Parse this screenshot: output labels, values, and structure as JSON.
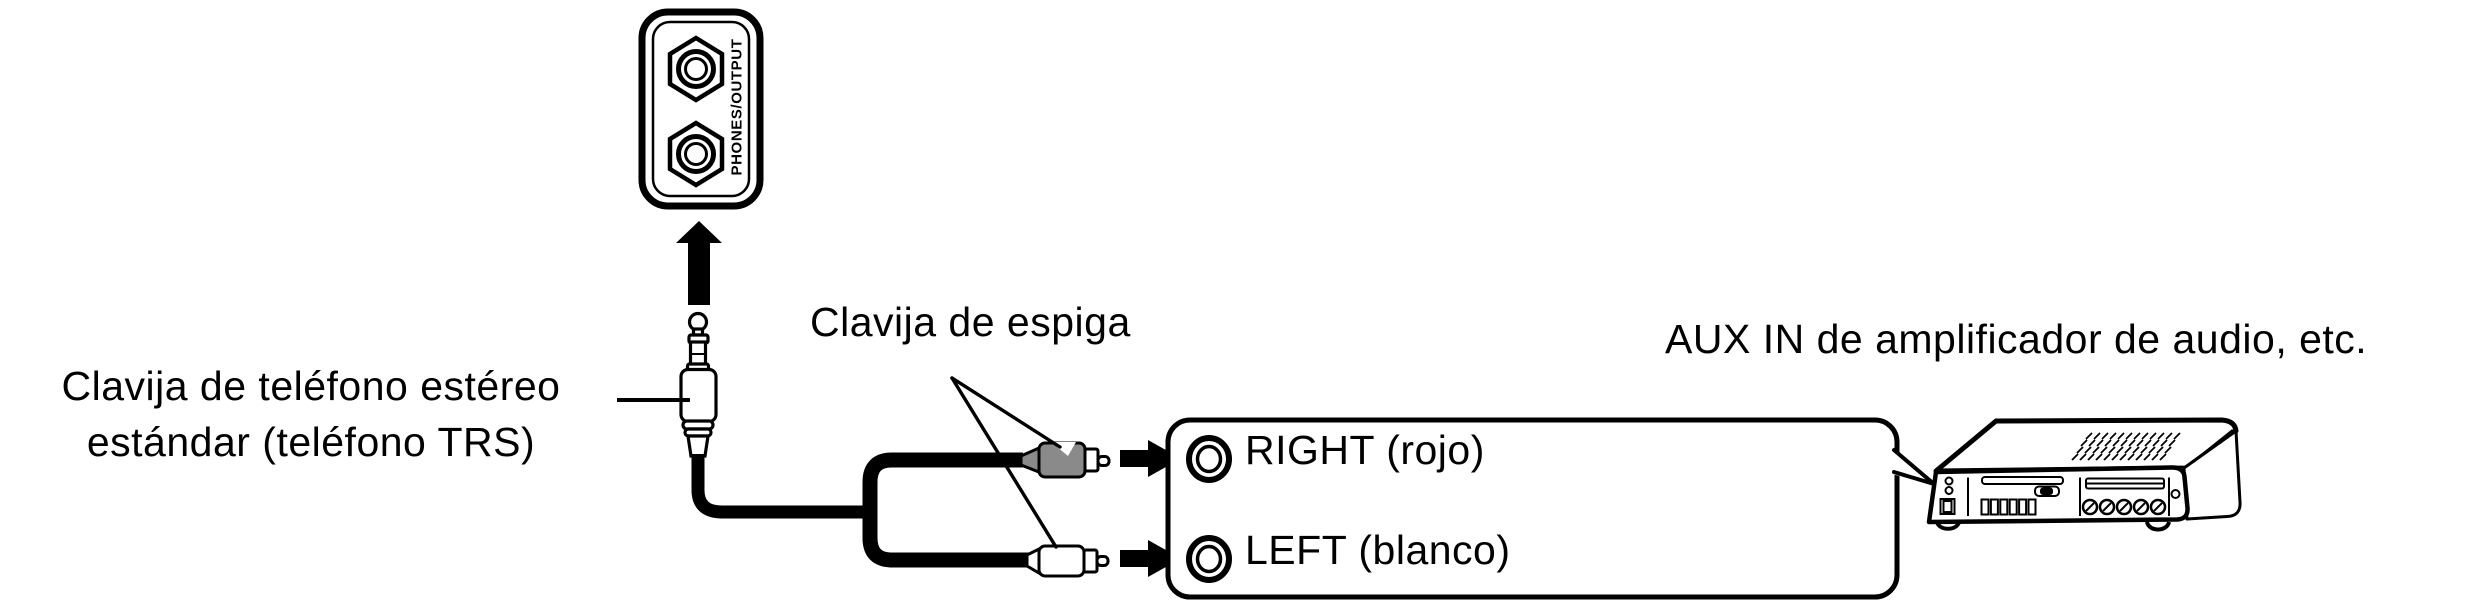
{
  "figure": {
    "keyboard_panel": {
      "label": "PHONES/OUTPUT",
      "jack_count": 2
    },
    "stereo_plug": {
      "label_line1": "Clavija de teléfono estéreo",
      "label_line2": "estándar (teléfono TRS)"
    },
    "pin_plugs": {
      "label": "Clavija de espiga",
      "right_plug_fill": "#8a8a8a",
      "left_plug_fill": "#ffffff"
    },
    "jack_box": {
      "right_label": "RIGHT (rojo)",
      "left_label": "LEFT (blanco)"
    },
    "amplifier": {
      "label": "AUX IN de amplificador de audio, etc."
    },
    "colors": {
      "ink": "#000000",
      "background": "#ffffff"
    }
  }
}
